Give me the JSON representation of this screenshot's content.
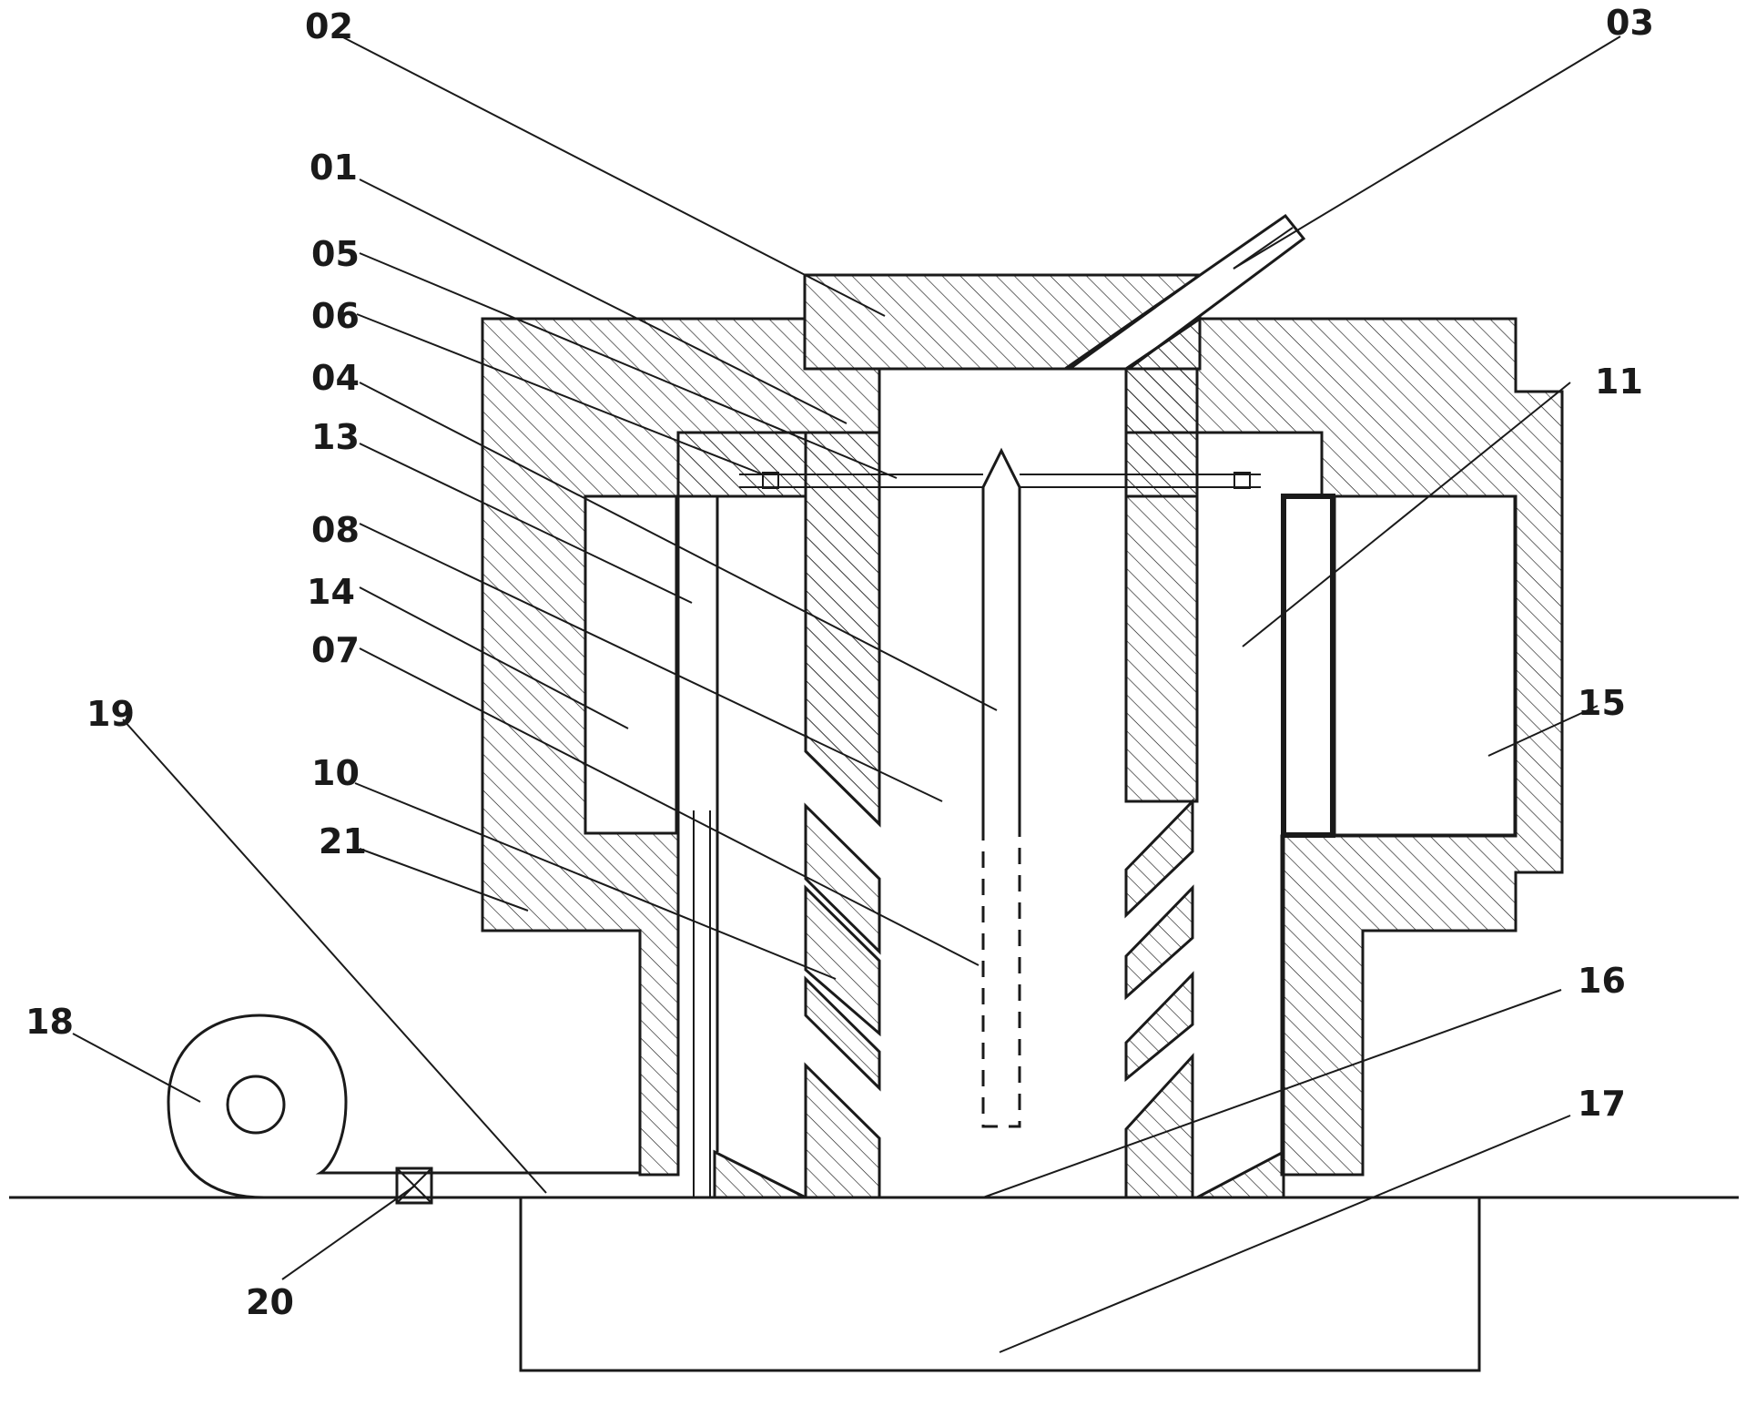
{
  "labels": {
    "l01": "01",
    "l02": "02",
    "l03": "03",
    "l04": "04",
    "l05": "05",
    "l06": "06",
    "l07": "07",
    "l08": "08",
    "l10": "10",
    "l11": "11",
    "l13": "13",
    "l14": "14",
    "l15": "15",
    "l16": "16",
    "l17": "17",
    "l18": "18",
    "l19": "19",
    "l20": "20",
    "l21": "21"
  },
  "colors": {
    "line": "#1a1a1a",
    "background": "#ffffff"
  }
}
